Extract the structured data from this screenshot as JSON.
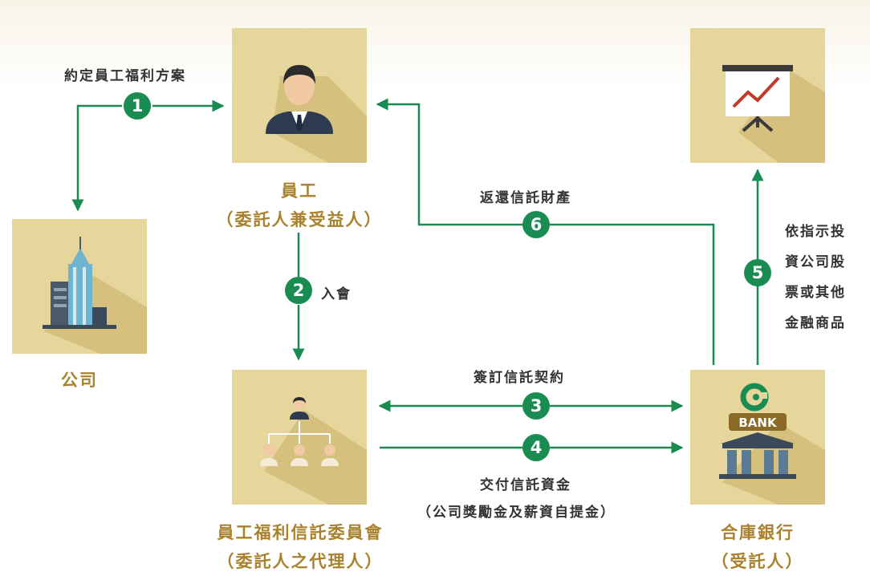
{
  "nodes": {
    "employee": {
      "name": "員工",
      "role": "（委託人兼受益人）"
    },
    "company": {
      "name": "公司"
    },
    "committee": {
      "name": "員工福利信託委員會",
      "role": "（委託人之代理人）"
    },
    "bank": {
      "name": "合庫銀行",
      "role": "（受託人）",
      "sign": "BANK"
    }
  },
  "steps": [
    {
      "num": "1",
      "label": "約定員工福利方案"
    },
    {
      "num": "2",
      "label": "入會"
    },
    {
      "num": "3",
      "label": "簽訂信託契約"
    },
    {
      "num": "4",
      "label": "交付信託資金",
      "sublabel": "（公司獎勵金及薪資自提金）"
    },
    {
      "num": "5",
      "lines": [
        "依指示投",
        "資公司股",
        "票或其他",
        "金融商品"
      ]
    },
    {
      "num": "6",
      "label": "返還信託財產"
    }
  ],
  "colors": {
    "arrow": "#1a8c52",
    "tile": "#e6d69b",
    "label": "#a8822f"
  }
}
